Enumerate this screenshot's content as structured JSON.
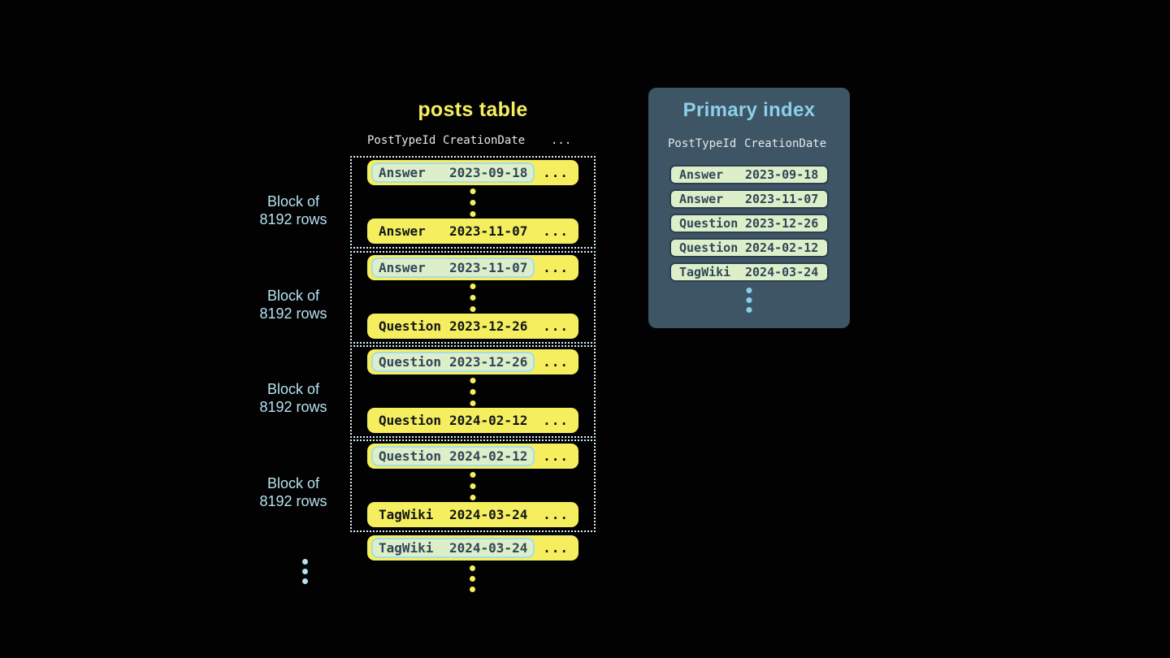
{
  "colors": {
    "canvas": "#020202",
    "yellow": "#f5ef5f",
    "green": "#ddefc9",
    "pill_border": "#a5dcec",
    "pill_text": "#31465a",
    "ink": "#121418",
    "panel": "#3e5565",
    "blue": "#8bcfe9",
    "pale_blue": "#b5e2f1",
    "header_text": "#e3e8eb",
    "index_border": "#2c4050",
    "dotted": "#d8eef8"
  },
  "posts_table": {
    "title": "posts table",
    "header": {
      "col1": "PostTypeId",
      "col2": "CreationDate",
      "col3": "..."
    },
    "ellipsis": "...",
    "blocks": [
      {
        "label1": "Block of",
        "label2": "8192 rows",
        "first": {
          "type": "Answer",
          "date": "2023-09-18"
        },
        "last": {
          "type": "Answer",
          "date": "2023-11-07"
        }
      },
      {
        "label1": "Block of",
        "label2": "8192 rows",
        "first": {
          "type": "Answer",
          "date": "2023-11-07"
        },
        "last": {
          "type": "Question",
          "date": "2023-12-26"
        }
      },
      {
        "label1": "Block of",
        "label2": "8192 rows",
        "first": {
          "type": "Question",
          "date": "2023-12-26"
        },
        "last": {
          "type": "Question",
          "date": "2024-02-12"
        }
      },
      {
        "label1": "Block of",
        "label2": "8192 rows",
        "first": {
          "type": "Question",
          "date": "2024-02-12"
        },
        "last": {
          "type": "TagWiki",
          "date": "2024-03-24"
        }
      }
    ],
    "overflow_row": {
      "type": "TagWiki",
      "date": "2024-03-24"
    }
  },
  "primary_index": {
    "title": "Primary index",
    "header": {
      "col1": "PostTypeId",
      "col2": "CreationDate"
    },
    "rows": [
      {
        "type": "Answer",
        "date": "2023-09-18"
      },
      {
        "type": "Answer",
        "date": "2023-11-07"
      },
      {
        "type": "Question",
        "date": "2023-12-26"
      },
      {
        "type": "Question",
        "date": "2024-02-12"
      },
      {
        "type": "TagWiki",
        "date": "2024-03-24"
      }
    ]
  }
}
